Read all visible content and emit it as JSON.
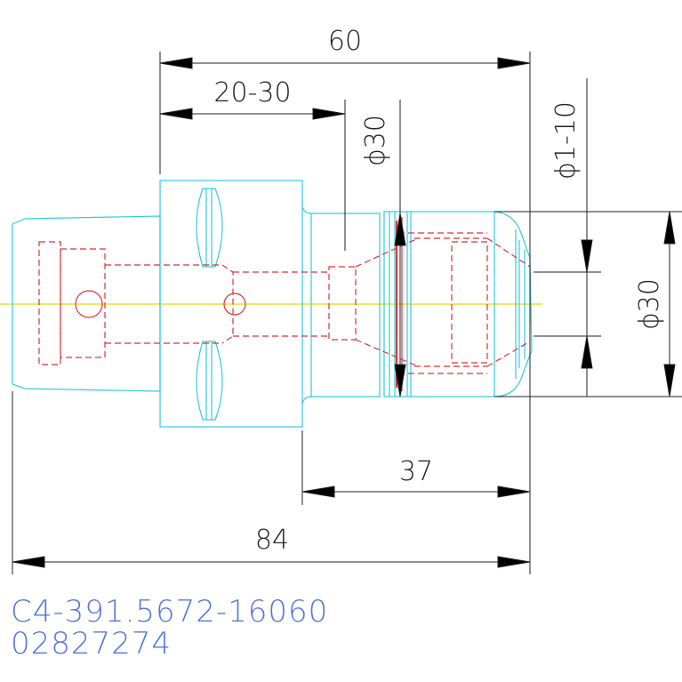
{
  "dimensions": {
    "overall_top": "60",
    "range_top": "20-30",
    "bore_diameter": "ϕ30",
    "clamp_range": "ϕ1-10",
    "nose_diameter": "ϕ30",
    "nose_length": "37",
    "overall_bottom": "84"
  },
  "part": {
    "code": "C4-391.5672-16060",
    "number": "02827274"
  },
  "colors": {
    "outline": "#33ccdd",
    "hidden": "#dd3333",
    "centerline": "#dddd00",
    "dimension": "#222222",
    "text": "#5577dd"
  }
}
